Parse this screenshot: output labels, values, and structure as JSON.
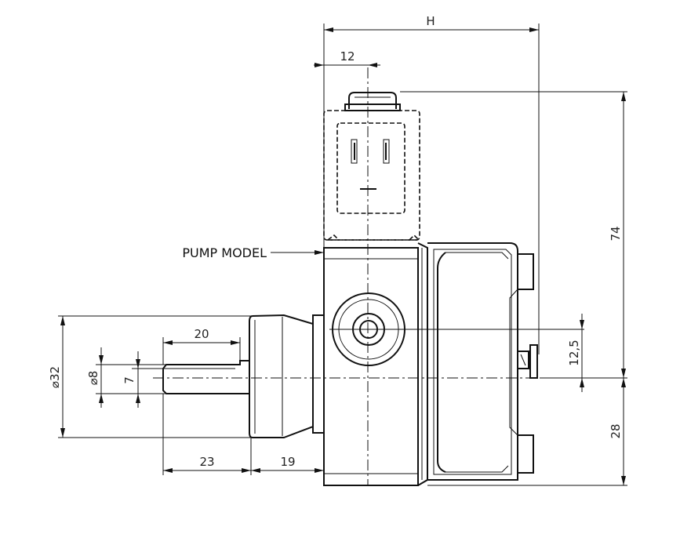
{
  "labels": {
    "pump_model": "PUMP MODEL"
  },
  "dimensions": {
    "h": "H",
    "d12": "12",
    "d74": "74",
    "d12_5": "12,5",
    "d28": "28",
    "d20": "20",
    "d32": "⌀32",
    "d8": "⌀8",
    "d7": "7",
    "d23": "23",
    "d19": "19"
  }
}
